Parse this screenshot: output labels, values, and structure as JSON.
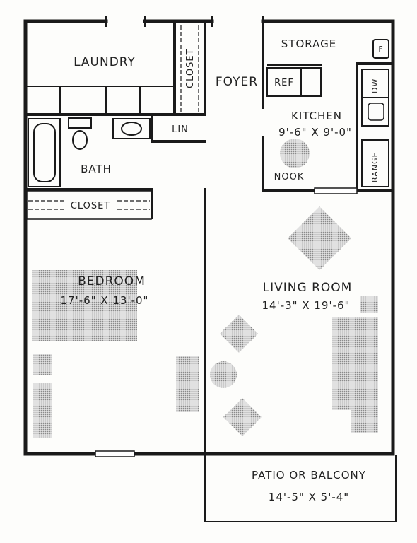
{
  "plan": {
    "rooms": {
      "laundry": "LAUNDRY",
      "closet_top": "CLOSET",
      "foyer": "FOYER",
      "storage": "STORAGE",
      "kitchen": "KITCHEN",
      "kitchen_size": "9'-6\" X 9'-0\"",
      "bath": "BATH",
      "linen": "LIN",
      "nook": "NOOK",
      "closet_bedroom": "CLOSET",
      "bedroom": "BEDROOM",
      "bedroom_size": "17'-6\" X 13'-0\"",
      "living": "LIVING ROOM",
      "living_size": "14'-3\" X 19'-6\"",
      "patio": "PATIO OR BALCONY",
      "patio_size": "14'-5\" X 5'-4\""
    },
    "fixtures": {
      "refrigerator": "REF",
      "dishwasher": "DW",
      "range": "RANGE",
      "furnace": "F"
    }
  }
}
